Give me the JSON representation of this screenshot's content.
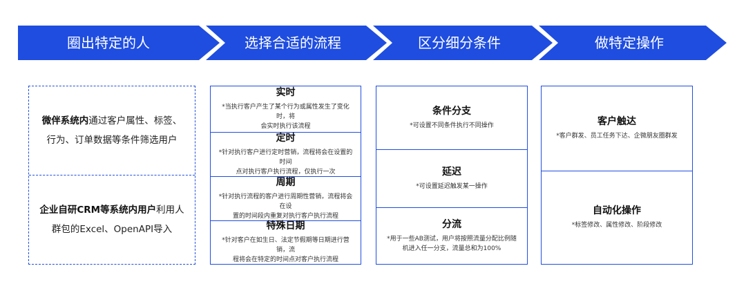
{
  "stages": [
    {
      "label": "圈出特定的人"
    },
    {
      "label": "选择合适的流程"
    },
    {
      "label": "区分细分条件"
    },
    {
      "label": "做特定操作"
    }
  ],
  "source": [
    {
      "bold": "微伴系统内",
      "rest1": "通过客户属性、标签、",
      "line2": "行为、订单数据等条件筛选用户"
    },
    {
      "bold": "企业自研CRM等系统内用户",
      "rest1": "利用人",
      "line2": "群包的Excel、OpenAPI导入"
    }
  ],
  "flows": [
    {
      "title": "实时",
      "desc1": "*当执行客户产生了某个行为或属性发生了变化时，将",
      "desc2": "会实时执行该流程"
    },
    {
      "title": "定时",
      "desc1": "*针对执行客户进行定时营销，流程将会在设置的时间",
      "desc2": "点对执行客户执行流程，仅执行一次"
    },
    {
      "title": "周期",
      "desc1": "*针对执行流程的客户进行周期性营销，流程将会在设",
      "desc2": "置的时间段内重复对执行客户执行流程"
    },
    {
      "title": "特殊日期",
      "desc1": "*针对客户在如生日、法定节假期等日期进行营销，流",
      "desc2": "程将会在特定的时间点对客户执行流程"
    }
  ],
  "conditions": [
    {
      "title": "条件分支",
      "desc1": "*可设置不同条件执行不同操作",
      "desc2": ""
    },
    {
      "title": "延迟",
      "desc1": "*可设置延迟触发某一操作",
      "desc2": ""
    },
    {
      "title": "分流",
      "desc1": "*用于一些AB测试，用户将按照流量分配比例随",
      "desc2": "机进入任一分支，流量总和为100%"
    }
  ],
  "actions": [
    {
      "title": "客户触达",
      "desc1": "*客户群发、员工任务下达、企微朋友圈群发"
    },
    {
      "title": "自动化操作",
      "desc1": "*标签修改、属性修改、阶段修改"
    }
  ],
  "colors": {
    "accent": "#1f4de0",
    "border": "#1f4de0"
  }
}
